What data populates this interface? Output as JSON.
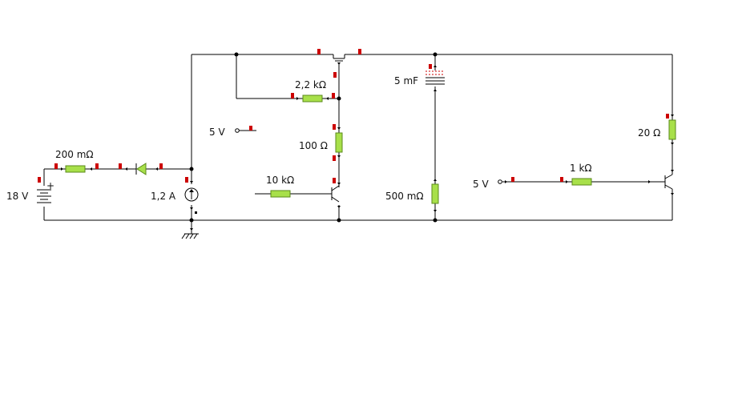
{
  "colors": {
    "resistor": "#a8e04a",
    "resistor_border": "#5a8a1a",
    "marker": "#cc0000",
    "wire": "#000000",
    "diode": "#a8e04a"
  },
  "labels": {
    "battery": "18 V",
    "r_200m": "200 mΩ",
    "current_source": "1,2 A",
    "r_2k2": "2,2 kΩ",
    "v_5_top": "5 V",
    "r_100": "100 Ω",
    "r_10k": "10 kΩ",
    "cap_5mF": "5 mF",
    "r_500m": "500 mΩ",
    "v_5_right": "5 V",
    "r_1k": "1 kΩ",
    "r_20": "20 Ω"
  }
}
